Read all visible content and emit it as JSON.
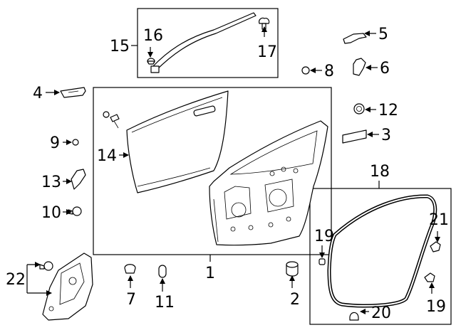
{
  "diagram": {
    "callouts": {
      "c1": "1",
      "c2": "2",
      "c3": "3",
      "c4": "4",
      "c5": "5",
      "c6": "6",
      "c7": "7",
      "c8": "8",
      "c9": "9",
      "c10": "10",
      "c11": "11",
      "c12": "12",
      "c13": "13",
      "c14": "14",
      "c15": "15",
      "c16": "16",
      "c17": "17",
      "c18": "18",
      "c19a": "19",
      "c19b": "19",
      "c20": "20",
      "c21": "21",
      "c22": "22"
    }
  }
}
